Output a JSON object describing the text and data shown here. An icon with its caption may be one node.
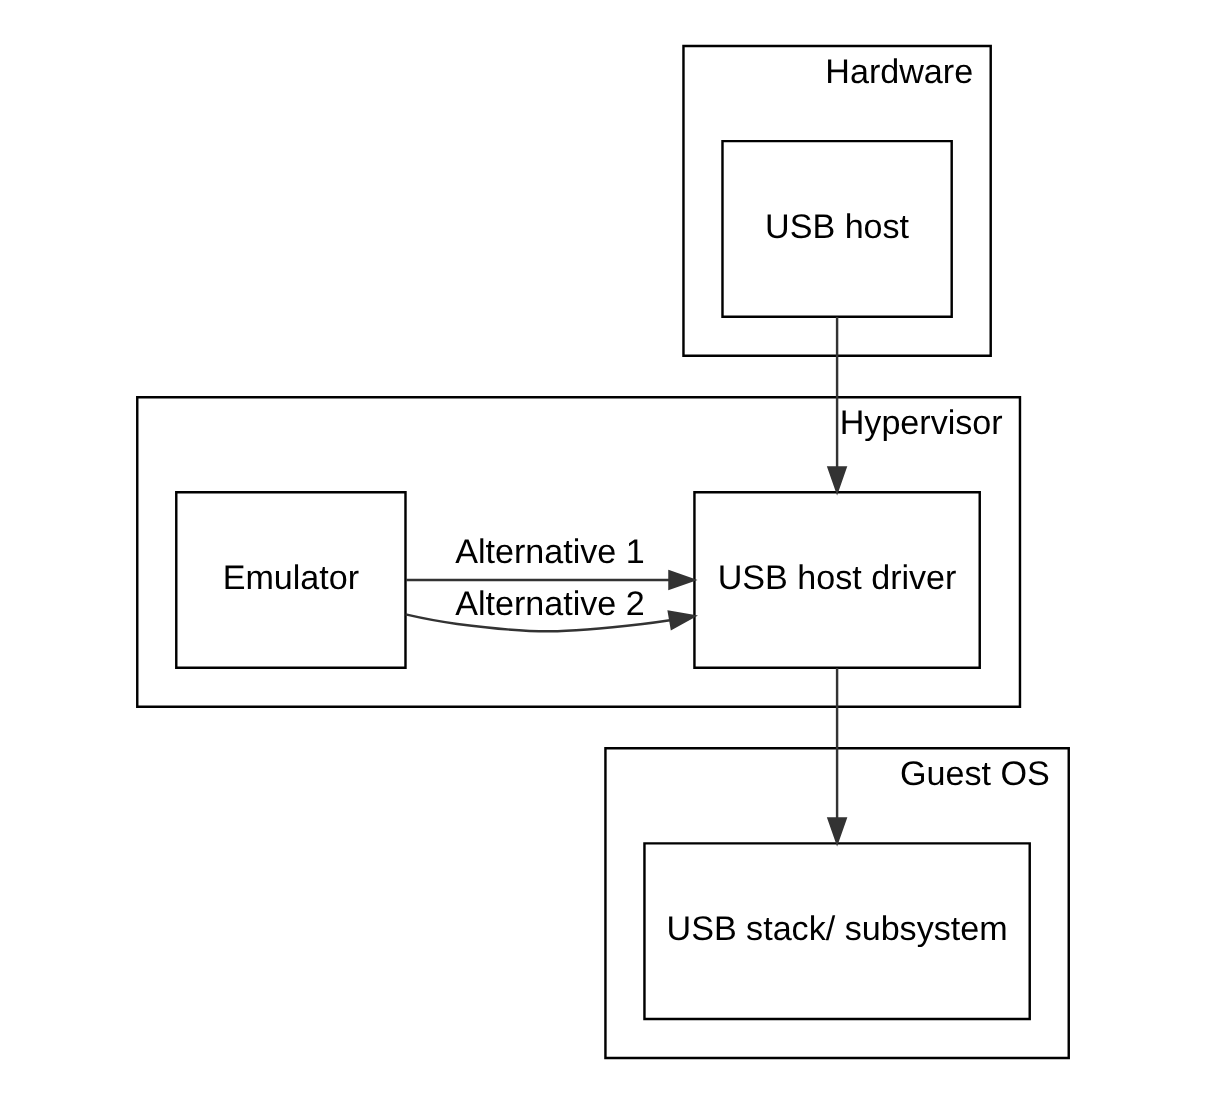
{
  "diagram": {
    "nodes": [
      {
        "text": [
          "Hardware"
        ]
      },
      {
        "text": [
          "USB host"
        ],
        "in": 0
      },
      {
        "text": [
          "Hypervisor"
        ]
      },
      {
        "text": [
          "USB host driver"
        ],
        "in": 2
      },
      {
        "text": [
          "Emulator"
        ],
        "in": 2
      },
      {
        "text": [
          "Guest OS"
        ]
      },
      {
        "text": [
          "USB stack/ subsystem"
        ],
        "in": 5
      }
    ],
    "edges": [
      {
        "from": 1,
        "to": 3,
        "arrow": "to"
      },
      {
        "from": 4,
        "to": 3,
        "arrow": "to",
        "label": "Alternative 1"
      },
      {
        "from": 4,
        "to": 3,
        "arrow": "to",
        "label": "Alternative 2"
      },
      {
        "from": 3,
        "to": 6,
        "arrow": "to"
      }
    ]
  }
}
